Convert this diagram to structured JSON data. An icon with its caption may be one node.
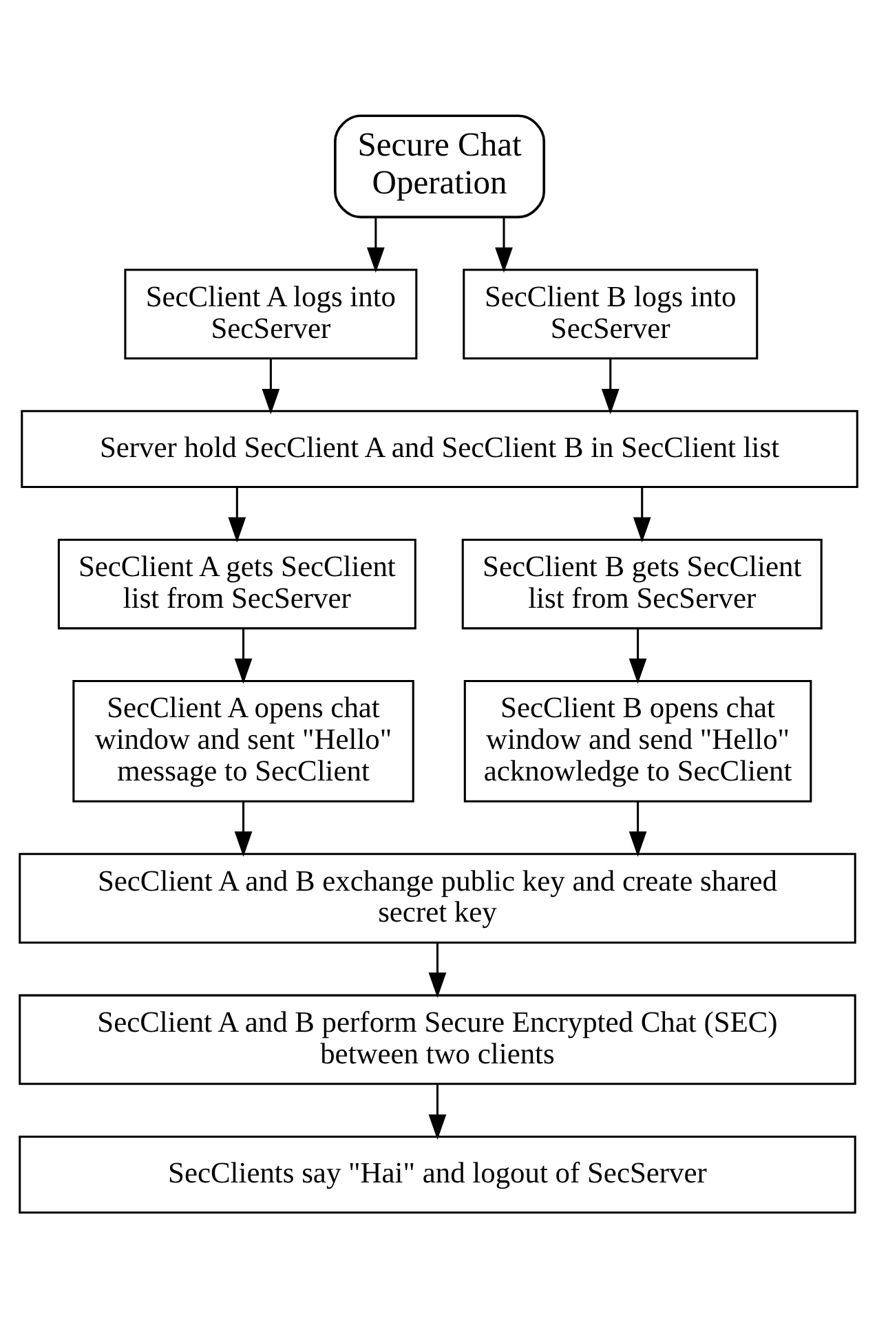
{
  "diagram": {
    "nodes": [
      {
        "text": [
          "Secure Chat Operation"
        ]
      },
      {
        "text": [
          "SecClient A logs into SecServer"
        ]
      },
      {
        "text": [
          "SecClient B logs into SecServer"
        ]
      },
      {
        "text": [
          "Server hold SecClient A and SecClient B in SecClient list"
        ]
      },
      {
        "text": [
          "SecClient A gets SecClient list from SecServer"
        ]
      },
      {
        "text": [
          "SecClient B gets SecClient list from SecServer"
        ]
      },
      {
        "text": [
          "SecClient A opens chat window and sent \"Hello\" message to SecClient"
        ]
      },
      {
        "text": [
          "SecClient B opens chat window and send \"Hello\" acknowledge to SecClient"
        ]
      },
      {
        "text": [
          "SecClient A and B exchange public key and create shared secret key"
        ]
      },
      {
        "text": [
          "SecClient A and B perform Secure Encrypted Chat (SEC) between two clients"
        ]
      },
      {
        "text": [
          "SecClients say \"Hai\" and logout of SecServer"
        ]
      }
    ],
    "edges": [
      {
        "from": 0,
        "to": 1,
        "arrow": "to"
      },
      {
        "from": 0,
        "to": 2,
        "arrow": "to"
      },
      {
        "from": 1,
        "to": 3,
        "arrow": "to"
      },
      {
        "from": 2,
        "to": 3,
        "arrow": "to"
      },
      {
        "from": 3,
        "to": 4,
        "arrow": "to"
      },
      {
        "from": 3,
        "to": 5,
        "arrow": "to"
      },
      {
        "from": 4,
        "to": 6,
        "arrow": "to"
      },
      {
        "from": 5,
        "to": 7,
        "arrow": "to"
      },
      {
        "from": 6,
        "to": 8,
        "arrow": "to"
      },
      {
        "from": 7,
        "to": 8,
        "arrow": "to"
      },
      {
        "from": 8,
        "to": 9,
        "arrow": "to"
      },
      {
        "from": 9,
        "to": 10,
        "arrow": "to"
      }
    ]
  }
}
